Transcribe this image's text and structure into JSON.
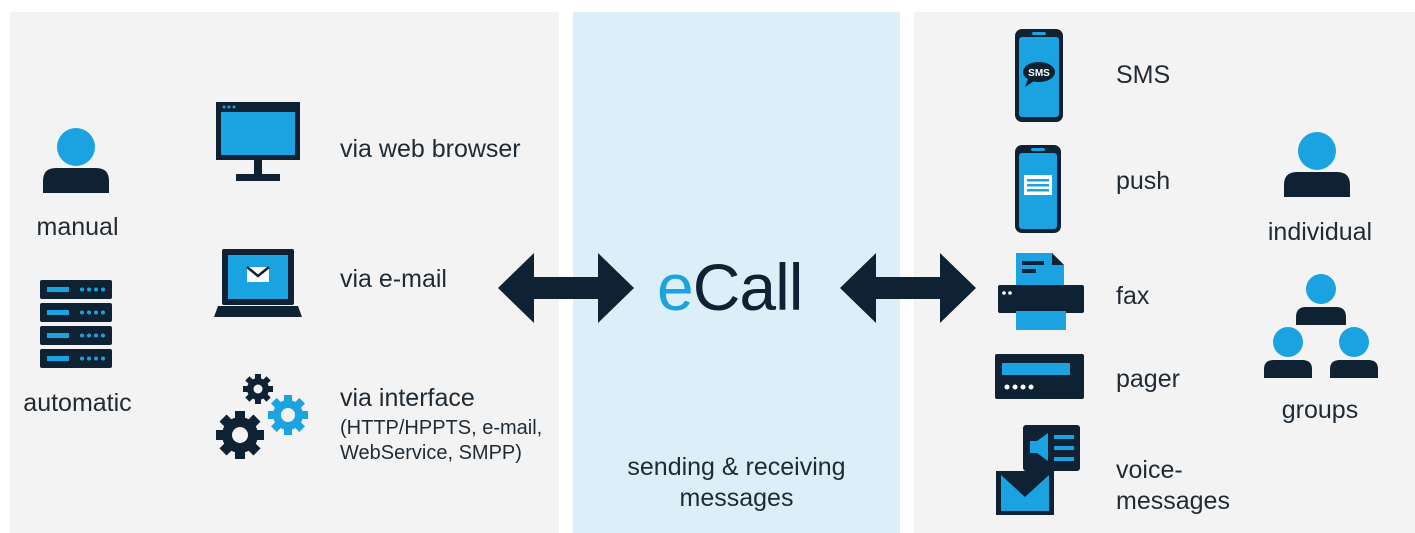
{
  "colors": {
    "navy": "#0e2233",
    "blue": "#1aa3e0",
    "panel_gray": "#f3f3f3",
    "panel_blue": "#dceef8",
    "text": "#1f2a33"
  },
  "left": {
    "senders": [
      {
        "label": "manual",
        "icon": "person-icon"
      },
      {
        "label": "automatic",
        "icon": "server-icon"
      }
    ],
    "channels": [
      {
        "label": "via web browser",
        "icon": "monitor-icon"
      },
      {
        "label": "via e-mail",
        "icon": "laptop-mail-icon"
      },
      {
        "label": "via interface",
        "sublabel_1": "(HTTP/HPPTS, e-mail,",
        "sublabel_2": "WebService, SMPP)",
        "icon": "gears-icon"
      }
    ]
  },
  "center": {
    "brand_e": "e",
    "brand_rest": "Call",
    "caption_line1": "sending & receiving",
    "caption_line2": "messages"
  },
  "right": {
    "channels": [
      {
        "label": "SMS",
        "icon": "phone-sms-icon",
        "icon_text": "SMS"
      },
      {
        "label": "push",
        "icon": "phone-push-icon"
      },
      {
        "label": "fax",
        "icon": "fax-icon"
      },
      {
        "label": "pager",
        "icon": "pager-icon"
      },
      {
        "label_1": "voice-",
        "label_2": "messages",
        "icon": "voice-message-icon"
      }
    ],
    "recipients": [
      {
        "label": "individual",
        "icon": "person-icon"
      },
      {
        "label": "groups",
        "icon": "group-icon"
      }
    ]
  }
}
